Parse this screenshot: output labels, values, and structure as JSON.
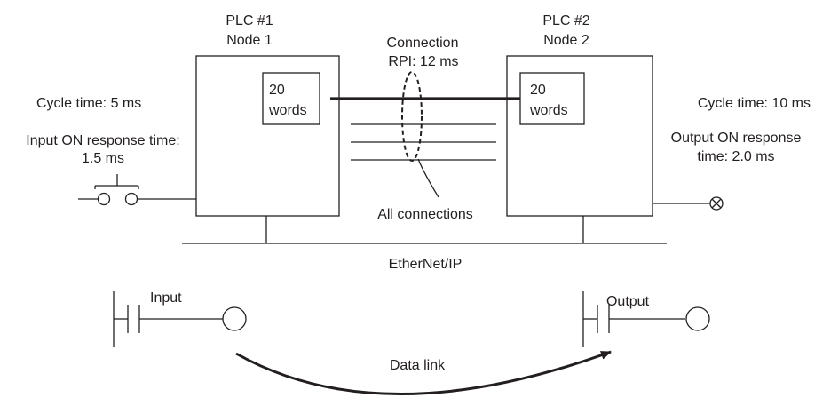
{
  "plc1": {
    "title": "PLC #1",
    "node": "Node 1",
    "words_value": "20",
    "words_unit": "words",
    "cycle_time": "Cycle time: 5 ms",
    "input_response_line1": "Input ON response time:",
    "input_response_line2": "1.5 ms"
  },
  "plc2": {
    "title": "PLC #2",
    "node": "Node 2",
    "words_value": "20",
    "words_unit": "words",
    "cycle_time": "Cycle time: 10 ms",
    "output_response_line1": "Output ON response",
    "output_response_line2": "time: 2.0 ms"
  },
  "connection": {
    "label_line1": "Connection",
    "label_line2": "RPI: 12 ms",
    "all_connections": "All connections"
  },
  "network": {
    "label": "EtherNet/IP"
  },
  "ladder": {
    "input_label": "Input",
    "output_label": "Output",
    "data_link_label": "Data link"
  }
}
